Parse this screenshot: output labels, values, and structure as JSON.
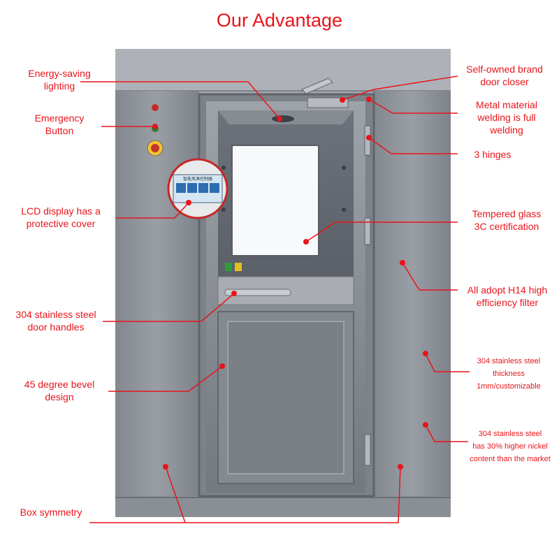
{
  "title": "Our Advantage",
  "accent_color": "#e8141b",
  "panel_lcd_text": "智能风淋控制器",
  "callouts": {
    "lighting": "Energy-saving\nlighting",
    "emergency": "Emergency\nButton",
    "lcd": "LCD display has a\nprotective cover",
    "handles": "304 stainless steel\ndoor handles",
    "bevel": "45 degree bevel\ndesign",
    "symmetry": "Box symmetry",
    "closer": "Self-owned brand\ndoor closer",
    "welding": "Metal material\nwelding is full\nwelding",
    "hinges": "3 hinges",
    "glass": "Tempered glass\n3C certification",
    "filter": "All adopt H14 high\nefficiency filter",
    "thickness": "304 stainless steel\nthickness\n1mm/customizable",
    "nickel": "304 stainless steel\nhas 30% higher nickel\ncontent than the market"
  }
}
